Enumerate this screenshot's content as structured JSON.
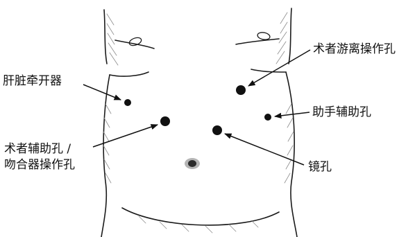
{
  "labels": {
    "liver_retractor": "肝脏牵开器",
    "surgeon_mobile": "术者游离操作孔",
    "assistant_right": "助手辅助孔",
    "assistant_left_line1": "术者辅助孔 /",
    "assistant_left_line2": "吻合器操作孔",
    "scope_port": "镜孔"
  },
  "colors": {
    "ink": "#111111",
    "outline": "#1a1a1a",
    "hatch": "#8c8c8c",
    "umbilicus": "#2b2b2b"
  }
}
